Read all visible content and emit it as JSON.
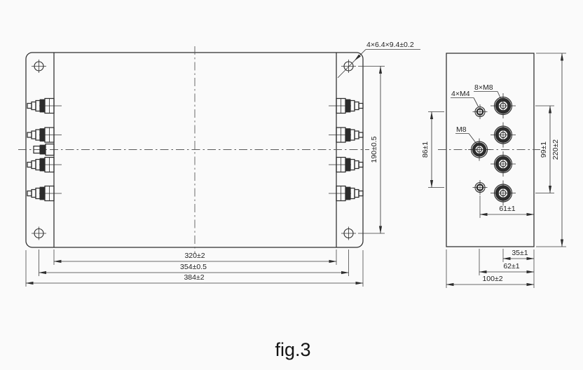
{
  "figure": {
    "caption": "fig.3"
  },
  "colors": {
    "line": "#2e2e2e",
    "centerline": "#5a5a5a",
    "background": "#fafafa",
    "text": "#1f1f1f"
  },
  "front_view": {
    "slot_callout": "4×6.4×9.4±0.2",
    "dims": {
      "inner_width": "320±2",
      "hole_spacing_width": "354±0.5",
      "overall_width": "384±2",
      "hole_spacing_height": "190±0.5"
    }
  },
  "side_view": {
    "callouts": {
      "terminals": "8×M8",
      "corner_holes": "4×M4",
      "ground_stud": "M8"
    },
    "dims": {
      "m4_hole_spacing": "86±1",
      "terminal_span": "99±1",
      "overall_height": "220±2",
      "m4_to_edge": "61±1",
      "terminal_to_edge": "35±1",
      "stud_to_edge": "62±1",
      "overall_depth": "100±2"
    }
  }
}
